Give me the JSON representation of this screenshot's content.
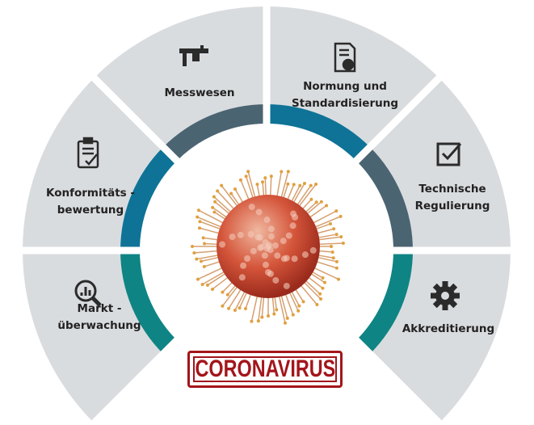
{
  "segments": [
    {
      "id": "markt",
      "lines": [
        "Markt -",
        "überwachung"
      ],
      "icon": "magnifier-chart-icon",
      "ring_color": "#0f8484"
    },
    {
      "id": "konformitaet",
      "lines": [
        "Konformitäts -",
        "bewertung"
      ],
      "icon": "clipboard-icon",
      "ring_color": "#0e7397"
    },
    {
      "id": "messwesen",
      "lines": [
        "Messwesen"
      ],
      "icon": "caliper-icon",
      "ring_color": "#4b6472"
    },
    {
      "id": "normung",
      "lines": [
        "Normung und",
        "Standardisierung"
      ],
      "icon": "certificate-document-icon",
      "ring_color": "#0e7397"
    },
    {
      "id": "technische",
      "lines": [
        "Technische",
        "Regulierung"
      ],
      "icon": "checkbox-icon",
      "ring_color": "#4b6472"
    },
    {
      "id": "akkreditierung",
      "lines": [
        "Akkreditierung"
      ],
      "icon": "gear-icon",
      "ring_color": "#0f8484"
    }
  ],
  "center": {
    "stamp_text": "CORONAVIRUS"
  },
  "colors": {
    "wedge": "#d9dcdf",
    "stamp": "#a3151b",
    "virus": "#d4553a",
    "spike": "#e0a040"
  }
}
